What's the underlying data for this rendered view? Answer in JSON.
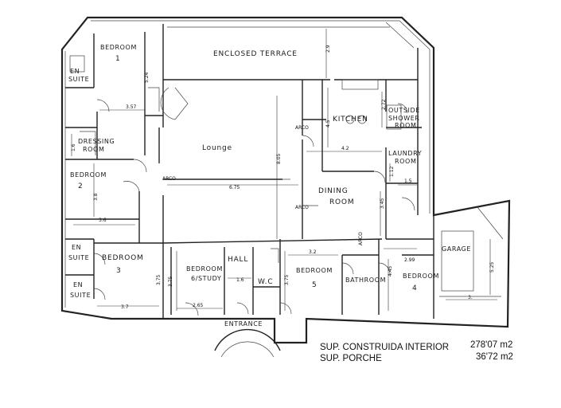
{
  "rooms": {
    "bedroom1_a": "BEDROOM",
    "bedroom1_b": "1",
    "en_suite_top_a": "EN",
    "en_suite_top_b": "SUITE",
    "dressing_a": "DRESSING",
    "dressing_b": "ROOM",
    "bedroom2_a": "BEDROOM",
    "bedroom2_b": "2",
    "en_suite_mid_a": "EN",
    "en_suite_mid_b": "SUITE",
    "en_suite_low_a": "EN",
    "en_suite_low_b": "SUITE",
    "bedroom3_a": "BEDROOM",
    "bedroom3_b": "3",
    "terrace": "ENCLOSED TERRACE",
    "lounge": "Lounge",
    "kitchen": "KITCHEN",
    "outside_shower_a": "OUTSIDE",
    "outside_shower_b": "SHOWER",
    "outside_shower_c": "ROOM",
    "laundry_a": "LAUNDRY",
    "laundry_b": "ROOM",
    "dining_a": "DINING",
    "dining_b": "ROOM",
    "bedroom6_a": "BEDROOM",
    "bedroom6_b": "6/STUDY",
    "hall": "HALL",
    "wc": "W.C",
    "bedroom5_a": "BEDROOM",
    "bedroom5_b": "5",
    "bathroom": "BATHROOM",
    "bedroom4_a": "BEDROOM",
    "bedroom4_b": "4",
    "garage": "GARAGE",
    "entrance": "ENTRANCE"
  },
  "arcos": {
    "a1": "ARCO",
    "a2": "ARCO",
    "a3": "ARCO",
    "a4": "ARCO"
  },
  "dimensions": {
    "d524": "5.24",
    "d357": "3.57",
    "d29": "2.9",
    "d45": "4.5",
    "d272": "2.72",
    "d42": "4.2",
    "d16a": "1.6",
    "d805": "8.05",
    "d112": "1.12",
    "d15": "1.5",
    "d38": "3.8",
    "d675": "6.75",
    "d36": "3.6",
    "d345": "3.45",
    "d32": "3.2",
    "d299": "2.99",
    "d525": "5.25",
    "d375a": "3.75",
    "d375b": "3.75",
    "d16b": "1.6",
    "d375c": "3.75",
    "d445": "4.45",
    "d37": "3.7",
    "d265": "2.65",
    "d3": "3."
  },
  "summary": {
    "label1": "SUP. CONSTRUIDA INTERIOR",
    "value1": "278'07 m2",
    "label2": "SUP. PORCHE",
    "value2": "36'72 m2"
  }
}
